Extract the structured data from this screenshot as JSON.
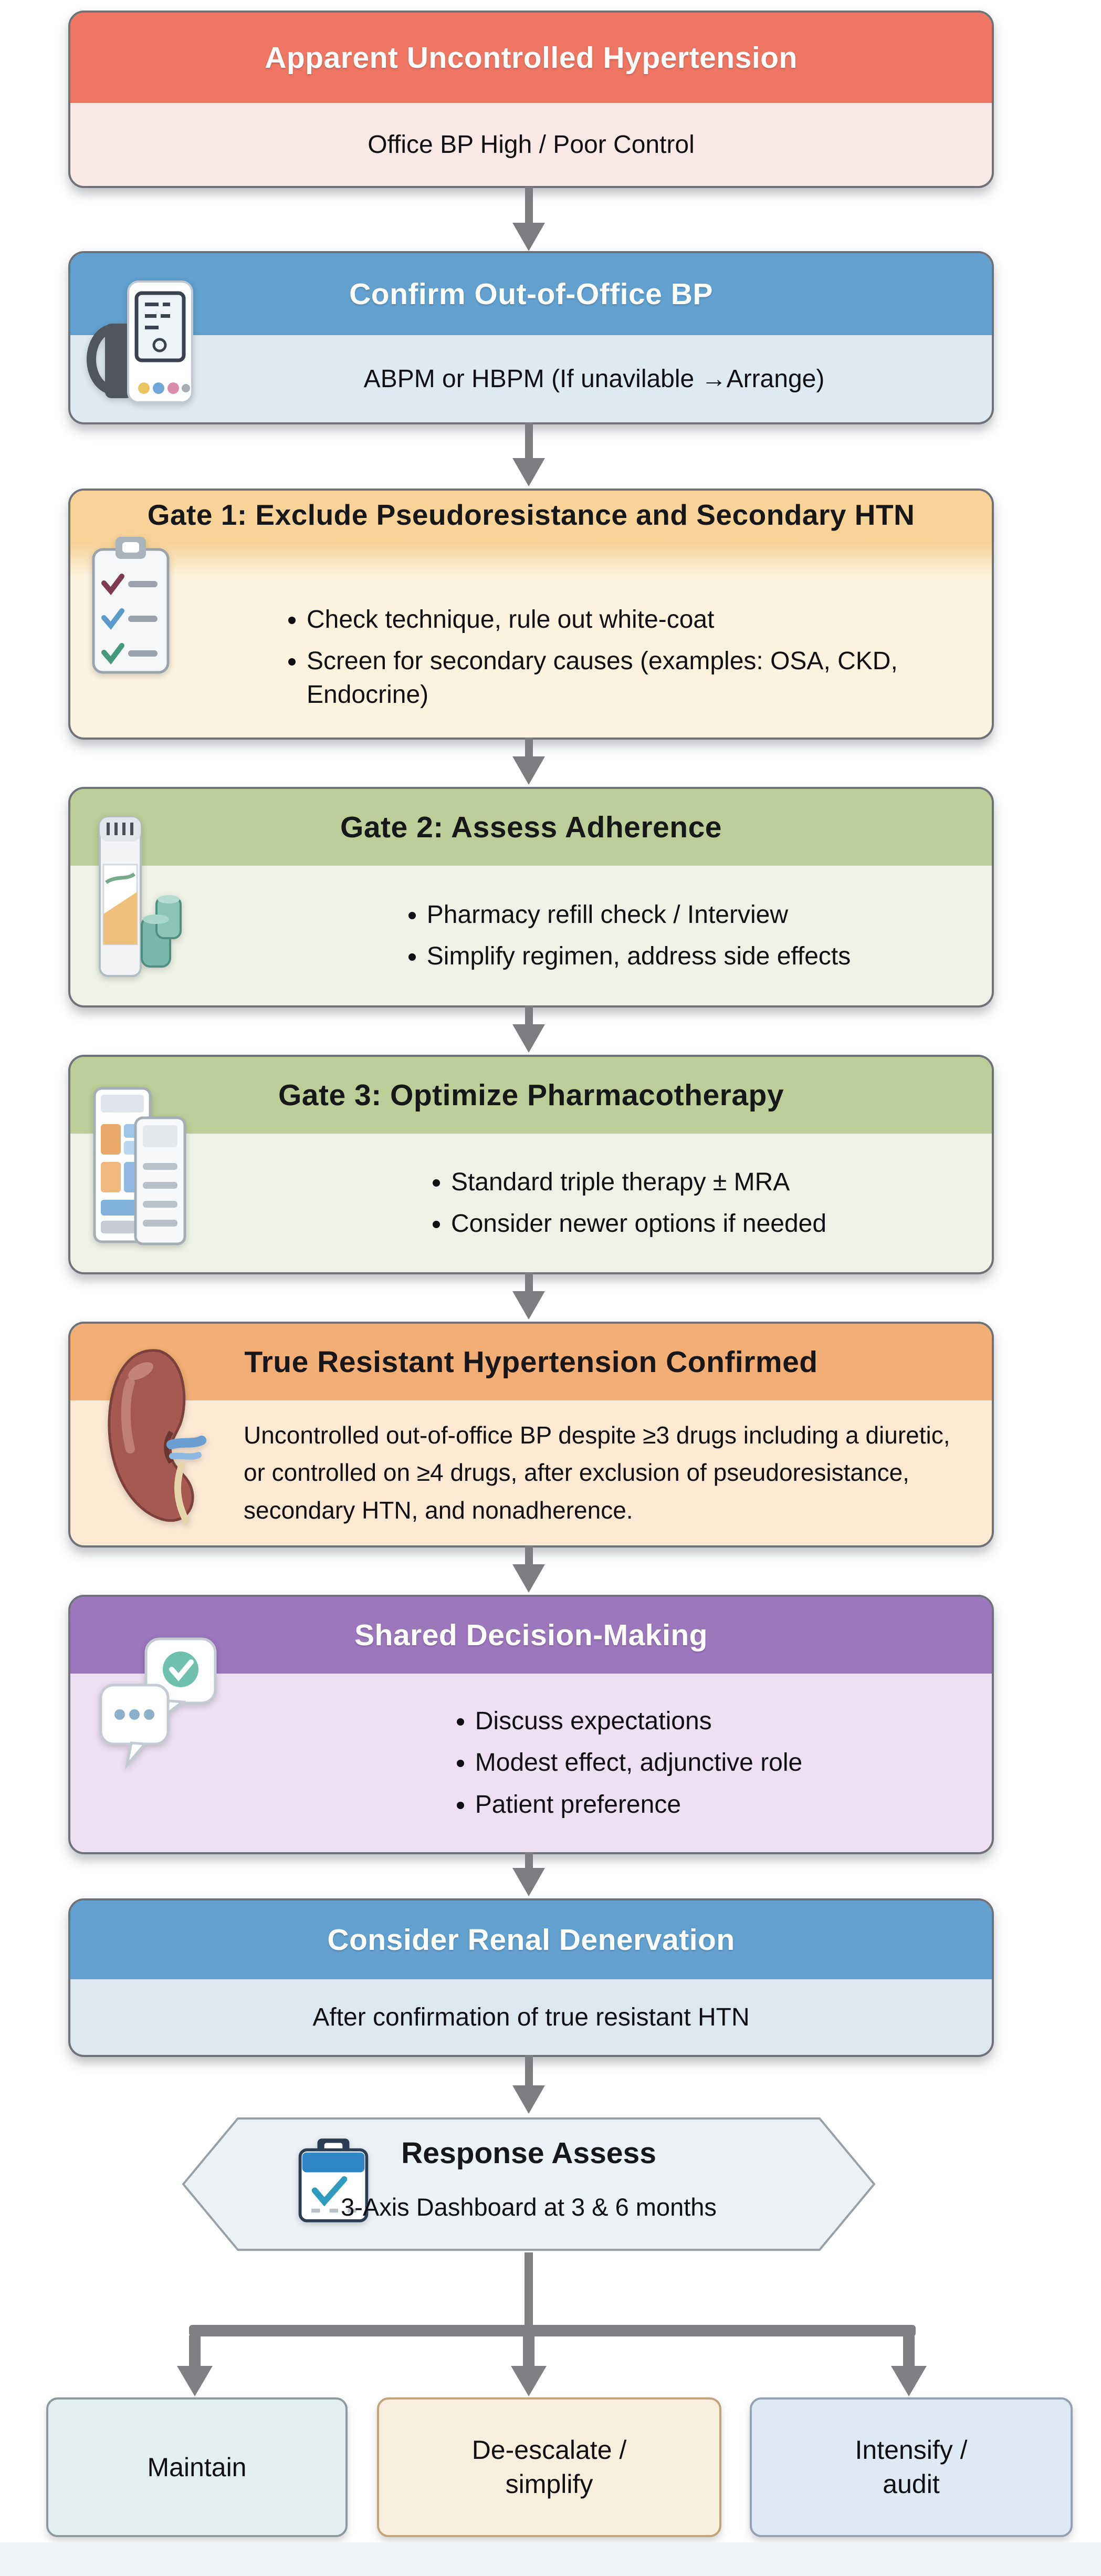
{
  "nodes": {
    "apparent": {
      "title": "Apparent Uncontrolled Hypertension",
      "body": "Office BP High / Poor Control",
      "header_color": "#ee7663",
      "body_color": "#f9e9e6"
    },
    "confirm": {
      "title": "Confirm Out-of-Office BP",
      "body": "ABPM or HBPM (If unavilable →Arrange)",
      "header_color": "#61a0cf",
      "body_color": "#dfe9f1",
      "icon": "bp-monitor-icon"
    },
    "gate1": {
      "title": "Gate 1: Exclude Pseudoresistance and Secondary HTN",
      "bullets": [
        "Check technique, rule out white-coat",
        "Screen for secondary causes (examples: OSA, CKD, Endocrine)"
      ],
      "header_color": "#f6d498",
      "body_color": "#fbf3e0",
      "icon": "checklist-clipboard-icon"
    },
    "gate2": {
      "title": "Gate 2: Assess Adherence",
      "bullets": [
        "Pharmacy refill check / Interview",
        "Simplify regimen, address side effects"
      ],
      "header_color": "#bccd99",
      "body_color": "#eef2e6",
      "icon": "medication-bottle-icon"
    },
    "gate3": {
      "title": "Gate 3: Optimize Pharmacotherapy",
      "bullets": [
        "Standard triple therapy ± MRA",
        "Consider newer options if needed"
      ],
      "header_color": "#bccd99",
      "body_color": "#eef2e6",
      "icon": "medication-packs-icon"
    },
    "resistant": {
      "title": "True Resistant Hypertension Confirmed",
      "body": "Uncontrolled out-of-office BP despite ≥3 drugs including a diuretic, or controlled on ≥4 drugs, after exclusion of pseudoresistance, secondary HTN, and nonadherence.",
      "header_color": "#f2ae74",
      "body_color": "#fbe9d4",
      "icon": "kidney-icon"
    },
    "shared": {
      "title": "Shared Decision-Making",
      "bullets": [
        "Discuss expectations",
        "Modest effect, adjunctive role",
        "Patient preference"
      ],
      "header_color": "#9b77bb",
      "body_color": "#ece0f2",
      "icon": "chat-bubbles-icon"
    },
    "denervation": {
      "title": "Consider Renal Denervation",
      "body": "After confirmation of true resistant HTN",
      "header_color": "#61a0cf",
      "body_color": "#dde7f0"
    },
    "assess": {
      "title": "Response Assess",
      "body": "3-Axis Dashboard at 3 & 6 months",
      "fill_color": "#ecf1f5",
      "border_color": "#98a0a8",
      "icon": "calendar-check-icon"
    }
  },
  "outcomes": [
    {
      "label": "Maintain",
      "fill": "#e2eef0",
      "border": "#8e999d"
    },
    {
      "label": "De-escalate / simplify",
      "fill": "#f8eedd",
      "border": "#c0a57c"
    },
    {
      "label": "Intensify / audit",
      "fill": "#dfe9f3",
      "border": "#93a1b3"
    }
  ],
  "arrow_color": "#7d7d81",
  "connector_color": "#808084"
}
